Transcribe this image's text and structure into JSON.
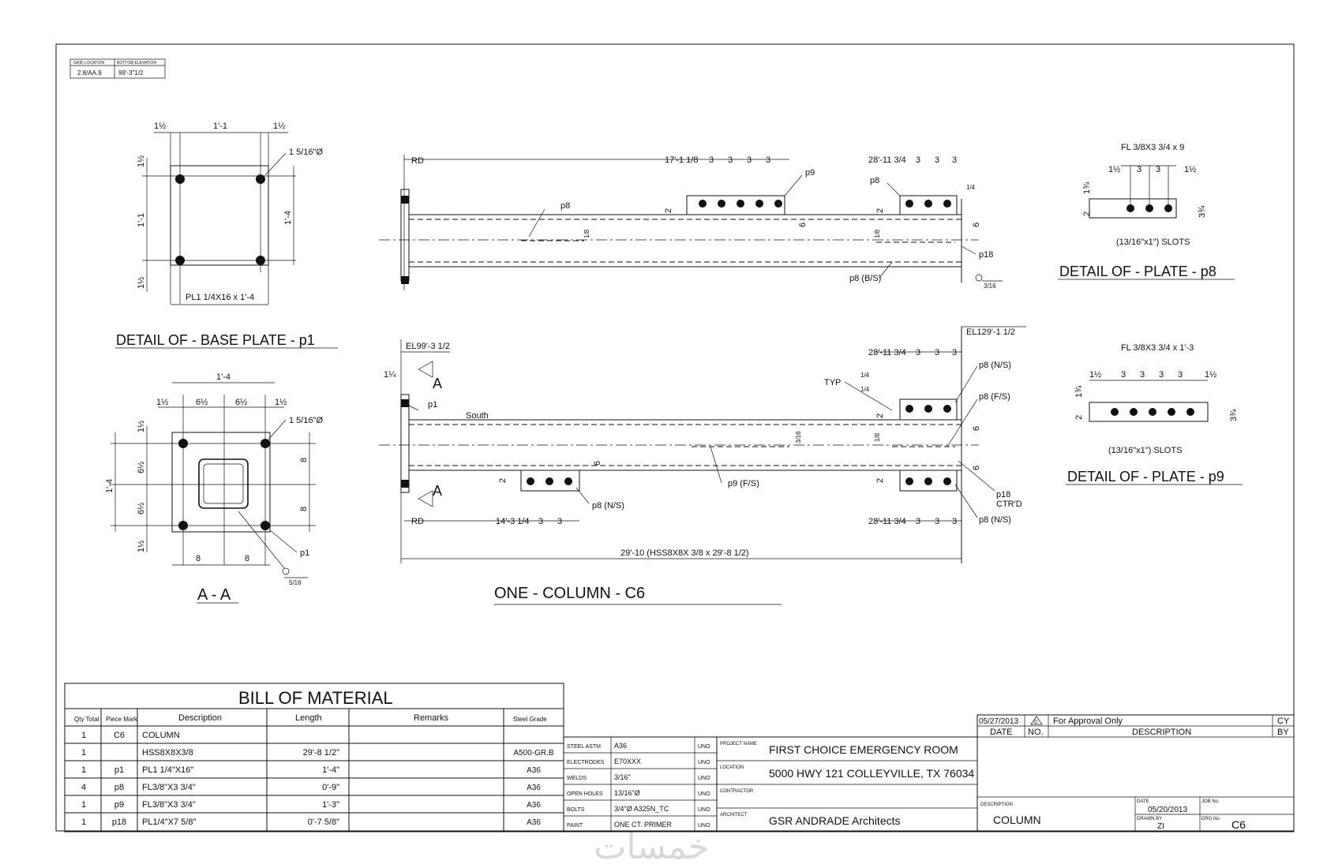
{
  "grid": {
    "loc_label": "GRID LOCATION",
    "elev_label": "BOTTOM ELEVATION",
    "loc_value": "2.8/AA.9",
    "elev_value": "99'-3\"1/2"
  },
  "base_plate": {
    "title": "DETAIL OF   - BASE PLATE   - p1",
    "dim_top_edge": "1½",
    "dim_top_mid": "1'-1",
    "dim_top_edge2": "1½",
    "dim_left_top": "1½",
    "dim_left_mid": "1'-1",
    "dim_left_bot": "1½",
    "dim_right": "1'-4",
    "hole": "1 5/16\"Ø",
    "plate": "PL1  1/4X16 x 1'-4"
  },
  "section_aa": {
    "title": "A - A",
    "dim_overall": "1'-4",
    "dims_top": [
      "1½",
      "6½",
      "6½",
      "1½"
    ],
    "dims_left": [
      "1½",
      "6½",
      "6½",
      "1½"
    ],
    "dim_left_total": "1'-4",
    "dims_right": [
      "8",
      "8"
    ],
    "dims_bottom": [
      "8",
      "8"
    ],
    "hole": "1 5/16\"Ø",
    "plate_mark": "p1",
    "weld": "5/16"
  },
  "top_view": {
    "rd": "RD",
    "p8_left": "p8",
    "gap_left": "1/8",
    "dim_p9_start": "17'-1 1/8",
    "dims_p9": [
      "3",
      "3",
      "3",
      "3"
    ],
    "p9": "p9",
    "dim_p8_start": "28'-11 3/4",
    "dims_p8": [
      "3",
      "3",
      "3"
    ],
    "p8": "p8",
    "edge_2a": "2",
    "edge_2b": "2",
    "edge_6a": "6",
    "edge_6b": "6",
    "gap_right": "1/8",
    "end_gap": "1/4",
    "p18": "p18",
    "p8_bs": "p8 (B/S)",
    "weld": "3/16"
  },
  "column_view": {
    "title": "ONE - COLUMN - C6",
    "el_bottom": "EL99'-3  1/2",
    "el_top": "EL129'-1  1/2",
    "offset": "1¼",
    "section_mark": "A",
    "p1": "p1",
    "south": "South",
    "rd": "RD",
    "dim_top_start": "28'-11 3/4",
    "dims_top": [
      "3",
      "3",
      "3"
    ],
    "typ": "TYP",
    "weld_a": "1/4",
    "weld_b": "1/4",
    "p8_ns_top": "p8 (N/S)",
    "p8_fs": "p8 (F/S)",
    "p9_fs": "p9 (F/S)",
    "gap_mid": "3/16",
    "gap_right": "1/8",
    "edge_6a": "6",
    "edge_6b": "6",
    "edge_6c": "6",
    "edge_2a": "2",
    "edge_2b": "2",
    "edge_2c": "2",
    "dim_bot_start": "14'-3 1/4",
    "dims_bot": [
      "3",
      "3"
    ],
    "p8_ns_bot": "p8 (N/S)",
    "dim_bot2_start": "28'-11 3/4",
    "dims_bot2": [
      "3",
      "3",
      "3"
    ],
    "p8_ns_bot2": "p8 (N/S)",
    "p18": "p18",
    "ctrd": "CTR'D",
    "length": "29'-10 (HSS8X8X   3/8 x 29'-8  1/2)"
  },
  "plate_p8": {
    "title": "DETAIL OF   - PLATE  - p8",
    "label": "FL 3/8X3  3/4 x 9",
    "dims": [
      "1½",
      "3",
      "3",
      "1½"
    ],
    "dim_l1": "1¾",
    "dim_l2": "2",
    "dim_r": "3¾",
    "slots": "(13/16\"x1\") SLOTS"
  },
  "plate_p9": {
    "title": "DETAIL OF   - PLATE  - p9",
    "label": "FL 3/8X3  3/4 x 1'-3",
    "dims": [
      "1½",
      "3",
      "3",
      "3",
      "3",
      "1½"
    ],
    "dim_l1": "1¾",
    "dim_l2": "2",
    "dim_r": "3¾",
    "slots": "(13/16\"x1\") SLOTS"
  },
  "bom": {
    "title": "BILL OF MATERIAL",
    "headers": [
      "Qty Total",
      "Piece Mark",
      "Description",
      "Length",
      "Remarks",
      "Steel Grade"
    ],
    "rows": [
      [
        "1",
        "C6",
        "COLUMN",
        "",
        "",
        ""
      ],
      [
        "1",
        "",
        "HSS8X8X3/8",
        "29'-8 1/2\"",
        "",
        "A500-GR.B"
      ],
      [
        "1",
        "p1",
        "PL1 1/4\"X16\"",
        "1'-4\"",
        "",
        "A36"
      ],
      [
        "4",
        "p8",
        "FL3/8\"X3 3/4\"",
        "0'-9\"",
        "",
        "A36"
      ],
      [
        "1",
        "p9",
        "FL3/8\"X3 3/4\"",
        "1'-3\"",
        "",
        "A36"
      ],
      [
        "1",
        "p18",
        "PL1/4\"X7 5/8\"",
        "0'-7 5/8\"",
        "",
        "A36"
      ]
    ]
  },
  "specs": [
    {
      "label": "STEEL ASTM",
      "value": "A36",
      "uno": "UNO"
    },
    {
      "label": "ELECTRODES",
      "value": "E70XXX",
      "uno": "UNO"
    },
    {
      "label": "WELDS",
      "value": "3/16\"",
      "uno": "UNO"
    },
    {
      "label": "OPEN HOLES",
      "value": "13/16\"Ø",
      "uno": "UNO"
    },
    {
      "label": "BOLTS",
      "value": "3/4\"Ø A325N_TC",
      "uno": "UNO"
    },
    {
      "label": "PAINT",
      "value": "ONE CT. PRIMER",
      "uno": "UNO"
    }
  ],
  "project": {
    "name_label": "PROJECT NAME",
    "name": "FIRST CHOICE EMERGENCY ROOM",
    "loc_label": "LOCATION",
    "location": "5000 HWY 121 COLLEYVILLE, TX 76034",
    "contractor_label": "CONTRACTOR",
    "contractor": "",
    "architect_label": "ARCHITECT",
    "architect": "GSR ANDRADE Architects"
  },
  "revision": {
    "date": "05/27/2013",
    "no": "0",
    "description": "For Approval Only",
    "by": "CY",
    "h_date": "DATE",
    "h_no": "NO.",
    "h_desc": "DESCRIPTION",
    "h_by": "BY"
  },
  "title_block": {
    "desc_label": "DESCRIPTION",
    "description": "COLUMN",
    "date_label": "DATE",
    "date": "05/20/2013",
    "job_label": "JOB No.",
    "job": "",
    "drawn_label": "DRAWN BY",
    "drawn": "ZI",
    "drg_label": "DRG No.",
    "drg": "C6"
  },
  "watermark": "خمسات"
}
